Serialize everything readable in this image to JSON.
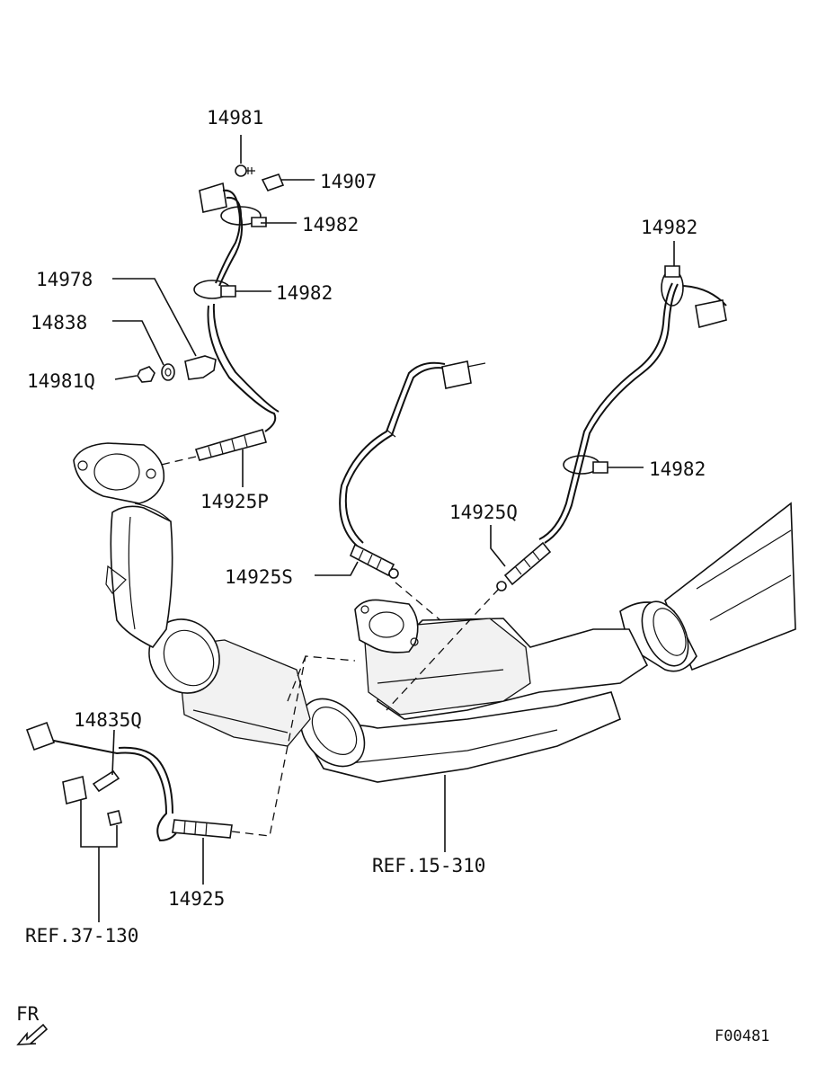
{
  "labels": {
    "p14981": "14981",
    "p14907": "14907",
    "p14982_a": "14982",
    "p14982_b": "14982",
    "p14982_c": "14982",
    "p14982_d": "14982",
    "p14978": "14978",
    "p14838": "14838",
    "p14981Q": "14981Q",
    "p14925P": "14925P",
    "p14925Q": "14925Q",
    "p14925S": "14925S",
    "p14835Q": "14835Q",
    "p14925": "14925",
    "ref15_310": "REF.15-310",
    "ref37_130": "REF.37-130",
    "fr": "FR",
    "figure_code": "F00481"
  },
  "icons": {
    "front_arrow": "front-direction-arrow-icon"
  }
}
